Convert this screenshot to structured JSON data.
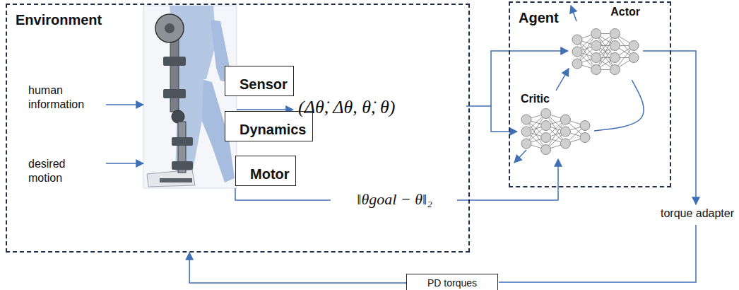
{
  "diagram": {
    "nodes": [
      {
        "text": [
          "Environment"
        ]
      },
      {
        "text": [
          "Sensor"
        ],
        "in": 0
      },
      {
        "text": [
          "Dynamics"
        ],
        "in": 0
      },
      {
        "text": [
          "Motor"
        ],
        "in": 0
      },
      {
        "text": [
          "Agent"
        ]
      },
      {
        "text": [
          "Actor"
        ],
        "in": 4
      },
      {
        "text": [
          "Critic"
        ],
        "in": 4
      },
      {
        "text": [
          "PD torques"
        ]
      }
    ],
    "edges": [
      {
        "from": 5,
        "to": 6,
        "arrow": "none"
      },
      {
        "from": 6,
        "to": 5,
        "arrow": "to"
      },
      {
        "from": 7,
        "to": 0,
        "arrow": "to"
      }
    ],
    "labels": [
      "human information",
      "desired motion",
      "(Δθ̇, Δθ, θ̇, θ)",
      "‖θgoal − θ‖₂",
      "torque adapter"
    ]
  }
}
